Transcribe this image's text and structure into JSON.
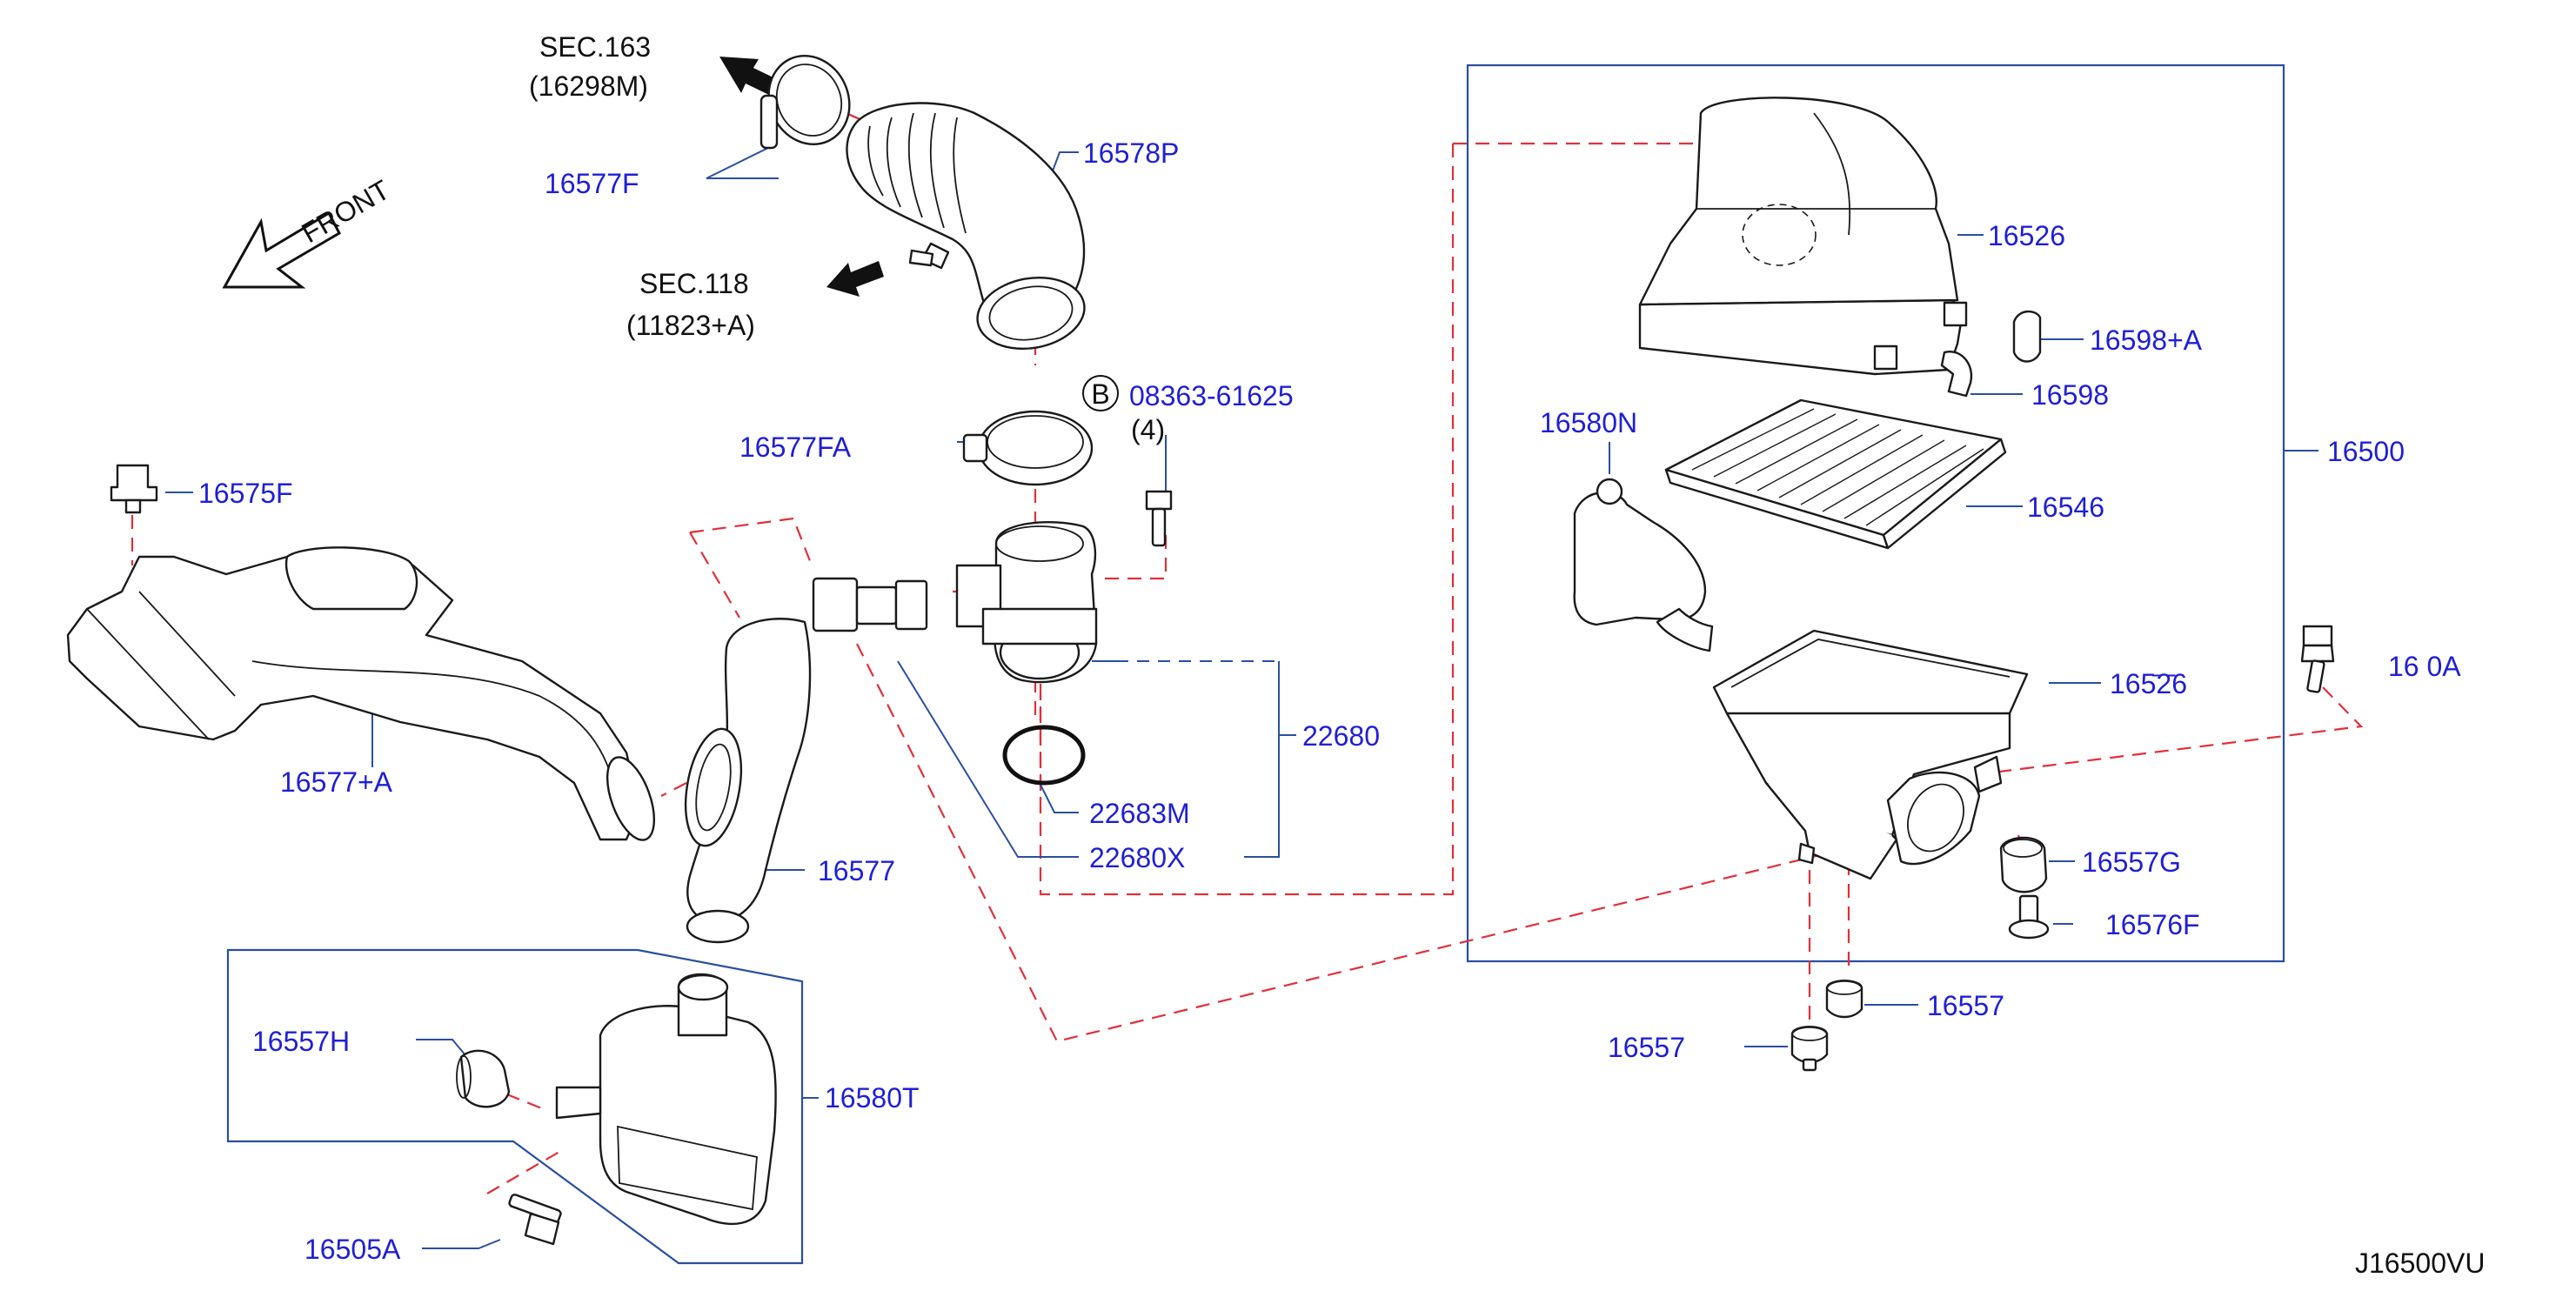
{
  "sections": {
    "sec163": {
      "title": "SEC.163",
      "code": "(16298M)"
    },
    "sec118": {
      "title": "SEC.118",
      "code": "(11823+A)"
    }
  },
  "front_label": "FRONT",
  "bolt_callout": {
    "symbol": "B",
    "part": "08363-61625",
    "qty": "(4)"
  },
  "parts": {
    "p16577F": "16577F",
    "p16578P": "16578P",
    "p16577FA": "16577FA",
    "p16575F": "16575F",
    "p16577A": "16577+A",
    "p16577": "16577",
    "p22683M": "22683M",
    "p22680X": "22680X",
    "p22680": "22680",
    "p16557H": "16557H",
    "p16580T": "16580T",
    "p16505A": "16505A",
    "p16526": "16526",
    "p16598A": "16598+A",
    "p16598": "16598",
    "p16580N": "16580N",
    "p16500": "16500",
    "p16546": "16546",
    "p16528": "165̄2̄6",
    "p16510A": "16 0A",
    "p16557G": "16557G",
    "p16576F": "16576F",
    "p16557_right": "16557",
    "p16557_left": "16557"
  },
  "diagram_code": "J16500VU"
}
